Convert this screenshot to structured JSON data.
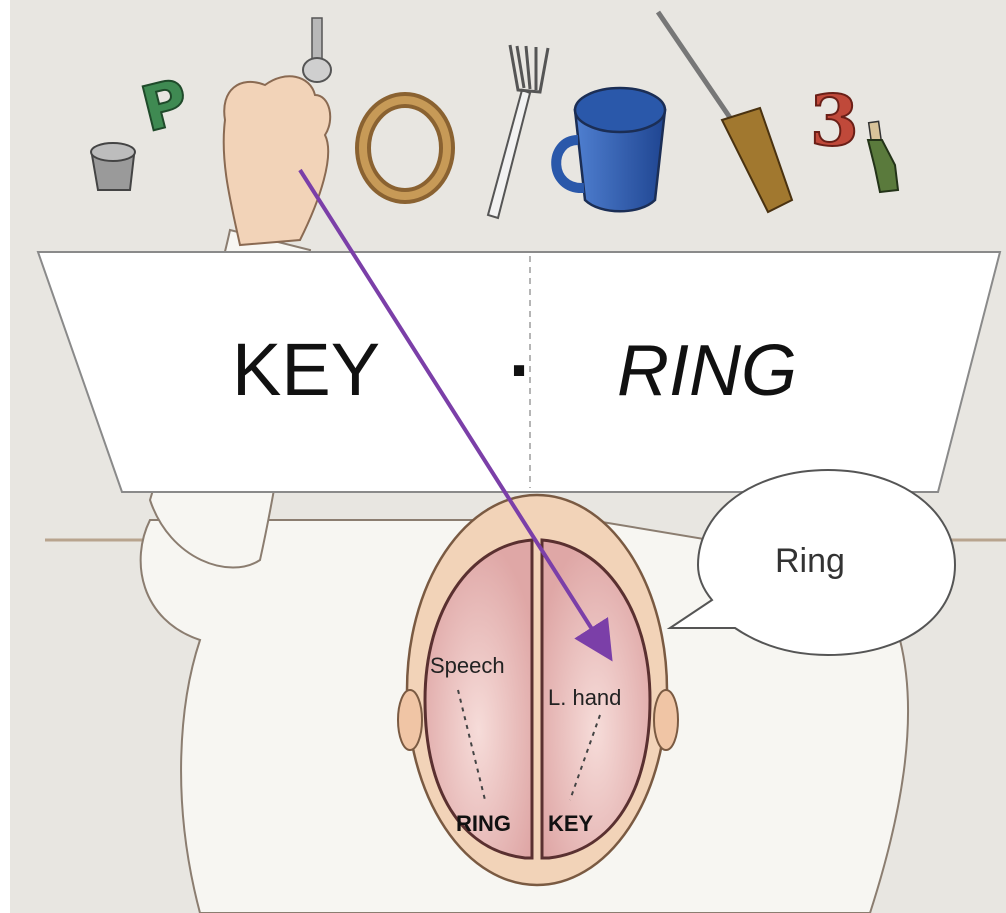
{
  "screen": {
    "left_word": "KEY",
    "separator": "·",
    "right_word": "RING",
    "speech_text": "Ring"
  },
  "brain": {
    "left_region_label": "Speech",
    "right_region_label": "L. hand",
    "left_bottom_word": "RING",
    "right_bottom_word": "KEY"
  },
  "objects": {
    "letter_p": "P",
    "digit_3": "3"
  },
  "colors": {
    "background": "#e8e6e1",
    "arrow": "#7b3fa8",
    "brain": "#e7b6b4",
    "skin": "#f2d3b8",
    "cup": "#2f5fb0"
  },
  "icons": [
    "thimble-icon",
    "letter-p-icon",
    "key-icon",
    "ring-icon",
    "fork-icon",
    "cup-icon",
    "screwdriver-icon",
    "digit-3-icon",
    "bottle-icon"
  ]
}
